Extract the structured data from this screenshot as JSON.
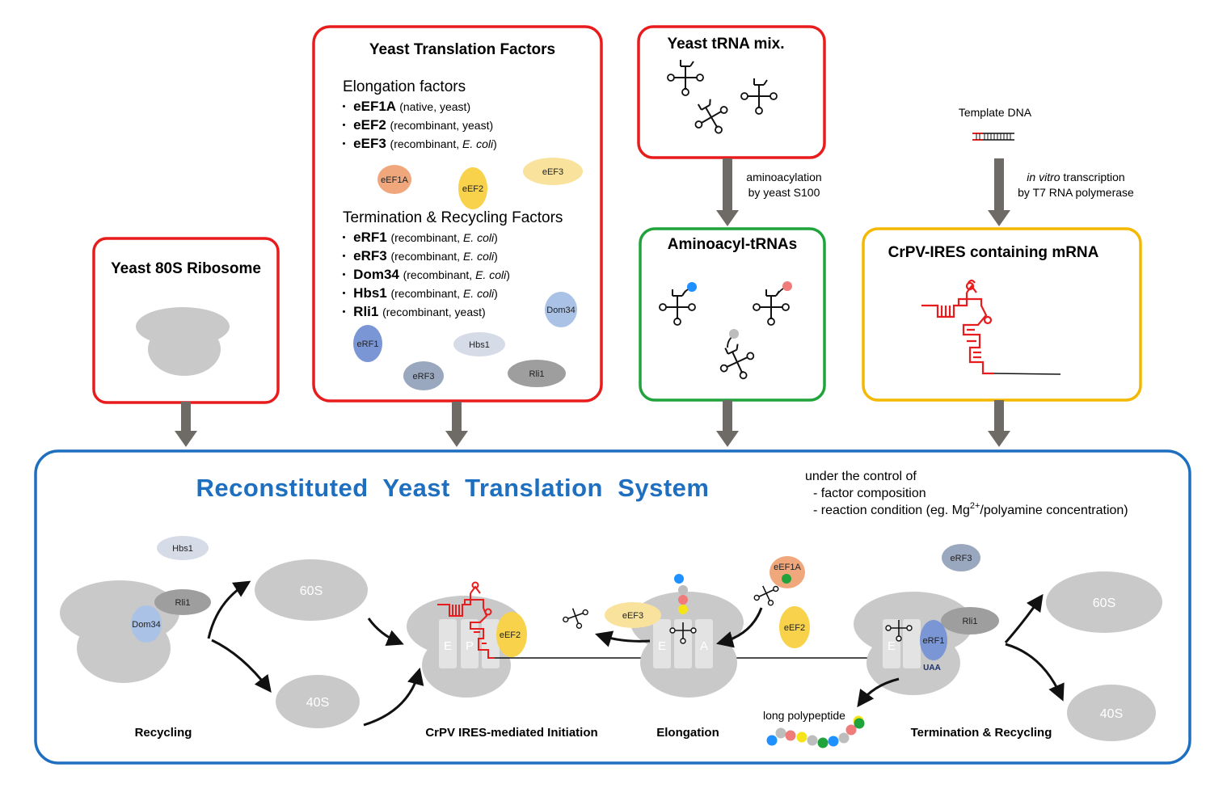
{
  "colors": {
    "red": "#e81c1c",
    "green": "#1fa33a",
    "orange": "#f5b800",
    "blue": "#1e6fc0",
    "arrow": "#6e6a66",
    "ribosome": "#c9c9c9",
    "eEF1A": "#f0a77c",
    "eEF2": "#f7d24a",
    "eEF3": "#f9e39c",
    "eRF1": "#7b96d4",
    "eRF3": "#9aa8bf",
    "Dom34": "#a9c2e6",
    "Hbs1": "#d5dce8",
    "Rli1": "#9e9e9e"
  },
  "boxes": {
    "ribosome": {
      "title": "Yeast 80S Ribosome"
    },
    "factors": {
      "title": "Yeast Translation Factors",
      "elongation_heading": "Elongation factors",
      "elongation": [
        {
          "name": "eEF1A",
          "note": "(native, yeast)"
        },
        {
          "name": "eEF2",
          "note": "(recombinant, yeast)"
        },
        {
          "name": "eEF3",
          "note": "(recombinant, ",
          "italic": "E. coli",
          "close": ")"
        }
      ],
      "termination_heading": "Termination & Recycling Factors",
      "termination": [
        {
          "name": "eRF1",
          "note": "(recombinant, ",
          "italic": "E. coli",
          "close": ")"
        },
        {
          "name": "eRF3",
          "note": "(recombinant, ",
          "italic": "E. coli",
          "close": ")"
        },
        {
          "name": "Dom34",
          "note": "(recombinant, ",
          "italic": "E. coli",
          "close": ")"
        },
        {
          "name": "Hbs1",
          "note": "(recombinant, ",
          "italic": "E. coli",
          "close": ")"
        },
        {
          "name": "Rli1",
          "note": "(recombinant, yeast)"
        }
      ],
      "bullet": "・"
    },
    "trna_mix": {
      "title": "Yeast tRNA mix."
    },
    "aminoacyl": {
      "title": "Aminoacyl-tRNAs"
    },
    "mrna": {
      "title": "CrPV-IRES containing mRNA"
    }
  },
  "ovals": {
    "eEF1A": "eEF1A",
    "eEF2": "eEF2",
    "eEF3": "eEF3",
    "Dom34": "Dom34",
    "eRF1": "eRF1",
    "Hbs1": "Hbs1",
    "eRF3": "eRF3",
    "Rli1": "Rli1"
  },
  "annotations": {
    "aminoacylation_line1": "aminoacylation",
    "aminoacylation_line2": "by yeast S100",
    "template_dna": "Template DNA",
    "ivt_italic": "in vitro",
    "ivt_rest": " transcription",
    "ivt_line2": "by T7 RNA polymerase"
  },
  "system": {
    "title": "Reconstituted  Yeast  Translation  System",
    "control_line1": "under the control of",
    "control_line2": "- factor composition",
    "control_line3_a": "- reaction condition (eg. Mg",
    "control_line3_sup": "2+",
    "control_line3_b": "/polyamine concentration)",
    "sub60": "60S",
    "sub40": "40S",
    "site_E": "E",
    "site_P": "P",
    "site_A": "A",
    "stop_codon": "UAA",
    "polypeptide": "long polypeptide",
    "stages": {
      "recycling": "Recycling",
      "initiation": "CrPV IRES-mediated Initiation",
      "elongation": "Elongation",
      "termination": "Termination & Recycling"
    }
  }
}
